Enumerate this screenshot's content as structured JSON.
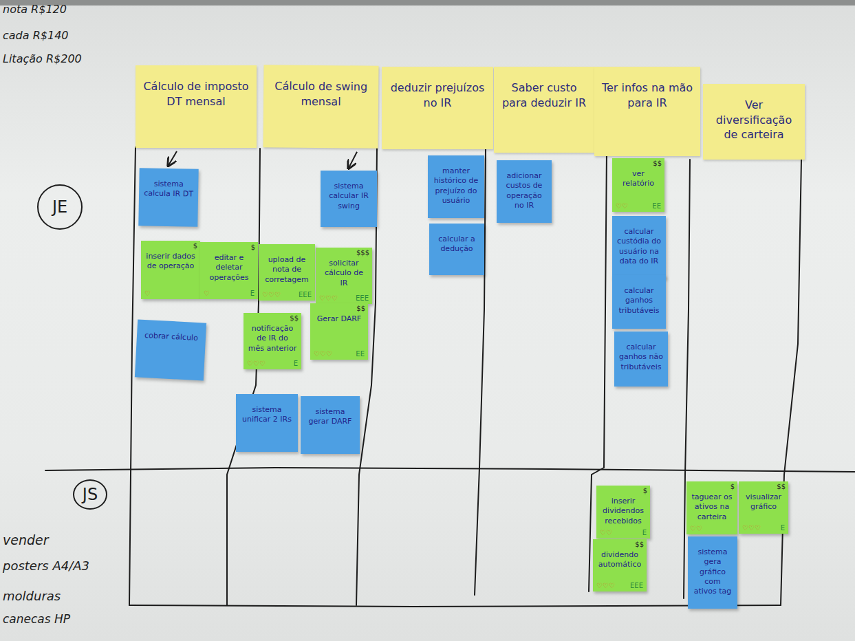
{
  "diagram": {
    "nodes": [
      {
        "text": [
          "Cálculo de imposto DT mensal"
        ]
      },
      {
        "text": [
          "Cálculo de swing mensal"
        ]
      },
      {
        "text": [
          "deduzir prejuízos no IR"
        ]
      },
      {
        "text": [
          "Saber custo para deduzir IR"
        ]
      },
      {
        "text": [
          "Ter infos na mão para IR"
        ]
      },
      {
        "text": [
          "Ver diversificação de carteira"
        ]
      },
      {
        "text": [
          "JE"
        ]
      },
      {
        "text": [
          "JS"
        ]
      },
      {
        "text": [
          "sistema calcula IR DT"
        ]
      },
      {
        "text": [
          "inserir dados de operação",
          "$",
          "♡"
        ]
      },
      {
        "text": [
          "editar e deletar operações",
          "$",
          "♡",
          "E"
        ]
      },
      {
        "text": [
          "cobrar cálculo"
        ]
      },
      {
        "text": [
          "sistema calcular IR swing"
        ]
      },
      {
        "text": [
          "upload de nota de corretagem",
          "♡♡♡",
          "EEE"
        ]
      },
      {
        "text": [
          "solicitar cálculo de IR",
          "$$$",
          "♡♡♡",
          "EEE"
        ]
      },
      {
        "text": [
          "notificação de IR do mês anterior",
          "$$",
          "♡♡♡",
          "E"
        ]
      },
      {
        "text": [
          "Gerar DARF",
          "$$",
          "♡♡♡",
          "EE"
        ]
      },
      {
        "text": [
          "sistema unificar 2 IRs"
        ]
      },
      {
        "text": [
          "sistema gerar DARF"
        ]
      },
      {
        "text": [
          "manter histórico de prejuízo do usuário"
        ]
      },
      {
        "text": [
          "calcular a dedução"
        ]
      },
      {
        "text": [
          "adicionar custos de operação no IR"
        ]
      },
      {
        "text": [
          "ver relatório",
          "$$",
          "♡♡",
          "EE"
        ]
      },
      {
        "text": [
          "calcular custódia do usuário na data do IR"
        ]
      },
      {
        "text": [
          "calcular ganhos tributáveis"
        ]
      },
      {
        "text": [
          "calcular ganhos não tributáveis"
        ]
      },
      {
        "text": [
          "inserir dividendos recebidos",
          "$",
          "♡♡",
          "E"
        ]
      },
      {
        "text": [
          "dividendo automático",
          "$$",
          "♡♡♡",
          "EEE"
        ]
      },
      {
        "text": [
          "taguear os ativos na carteira",
          "$",
          "♡♡"
        ]
      },
      {
        "text": [
          "visualizar gráfico",
          "$$",
          "♡♡♡",
          "E"
        ]
      },
      {
        "text": [
          "sistema gera gráfico com ativos tag"
        ]
      }
    ],
    "edges": [
      {
        "from": 0,
        "to": 8,
        "arrow": "to"
      },
      {
        "from": 1,
        "to": 12,
        "arrow": "to"
      }
    ],
    "labels": [
      "nota R$120",
      "cada R$140",
      "Litação R$200",
      "vender",
      "posters A4/A3",
      "molduras",
      "canecas HP"
    ]
  }
}
